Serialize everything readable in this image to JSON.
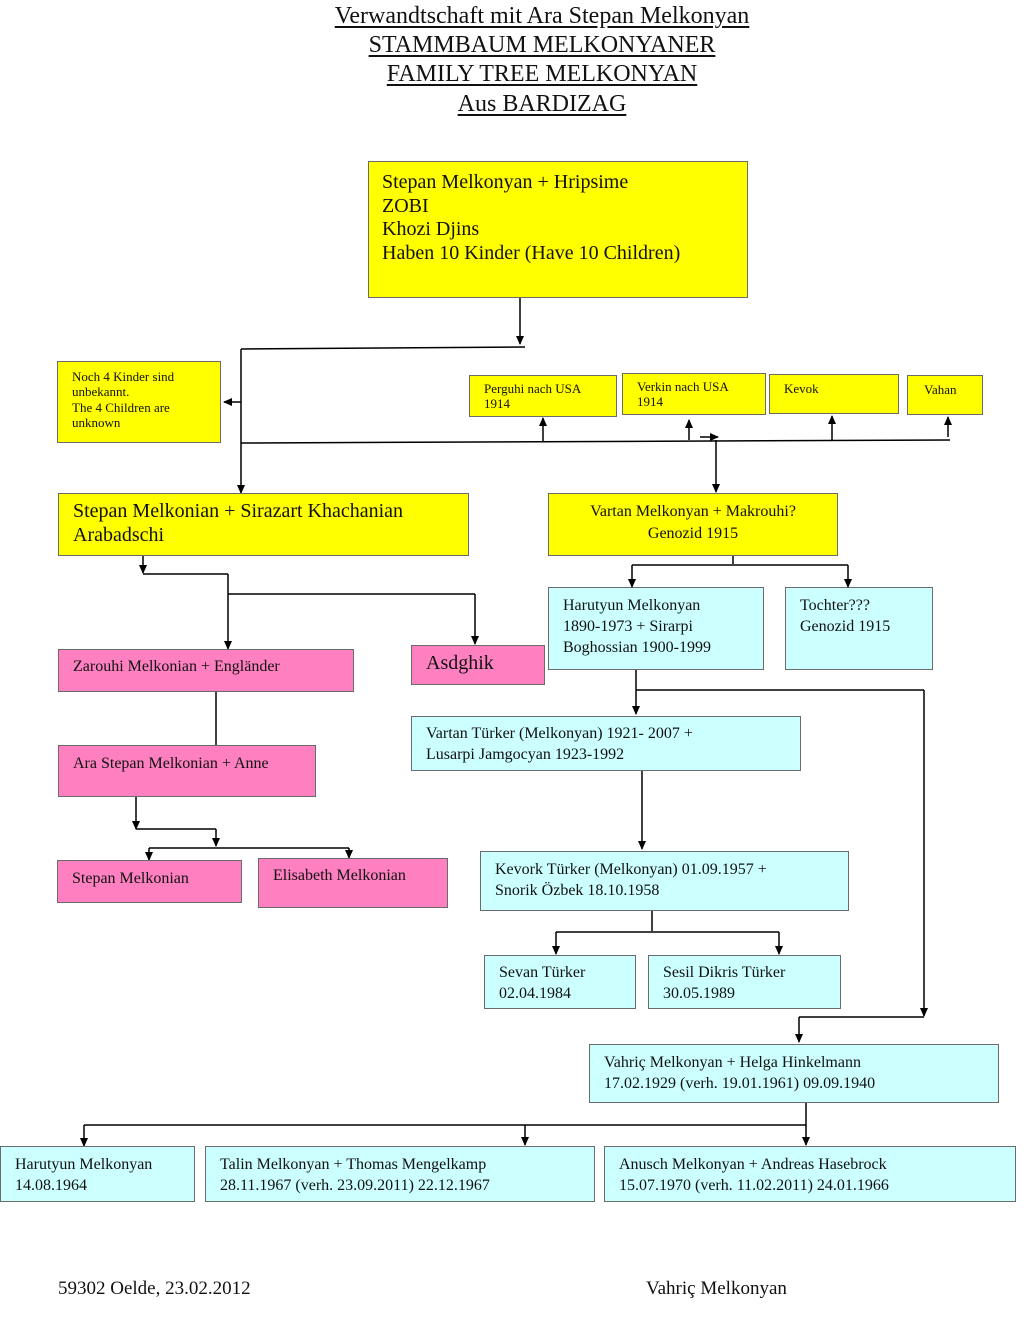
{
  "titles": [
    "Verwandtschaft mit Ara Stepan Melkonyan",
    "STAMMBAUM MELKONYANER",
    "FAMILY TREE MELKONYAN",
    "Aus BARDIZAG"
  ],
  "nodes": {
    "root": "Stepan Melkonyan + Hripsime\n            ZOBI\n        Khozi Djins\nHaben 10 Kinder (Have 10 Children)",
    "unknown": "Noch 4 Kinder sind\nunbekannt.\nThe 4 Children are\nunknown",
    "perguhi": "Perguhi nach USA\n1914",
    "verkin": "Verkin nach USA\n1914",
    "kevok": "Kevok",
    "vahan": "Vahan",
    "stepan_sirazart": "Stepan Melkonian + Sirazart Khachanian\n   Arabadschi",
    "vartan_makrouhi": "Vartan Melkonyan + Makrouhi?\nGenozid 1915",
    "zarouhi": "Zarouhi Melkonian + Engländer",
    "asdghik": "Asdghik",
    "harutyun_sirarpi": "Harutyun Melkonyan\n1890-1973 + Sirarpi\nBoghossian 1900-1999",
    "tochter": "Tochter???\nGenozid 1915",
    "ara_anne": "Ara Stepan Melkonian + Anne",
    "vartan_turker": "Vartan Türker (Melkonyan) 1921- 2007 +\nLusarpi Jamgocyan 1923-1992",
    "stepan_m": "Stepan Melkonian",
    "elisabeth": "Elisabeth Melkonian",
    "kevork": "Kevork Türker (Melkonyan) 01.09.1957 +\nSnorik  Özbek 18.10.1958",
    "sevan": "Sevan Türker\n02.04.1984",
    "sesil": "Sesil Dikris Türker\n30.05.1989",
    "vahric_helga": "Vahriç Melkonyan + Helga Hinkelmann\n17.02.1929      (verh. 19.01.1961)   09.09.1940",
    "harutyun_1964": "Harutyun Melkonyan\n14.08.1964",
    "talin": "Talin Melkonyan + Thomas Mengelkamp\n28.11.1967    (verh. 23.09.2011)  22.12.1967",
    "anusch": "Anusch Melkonyan + Andreas  Hasebrock\n15.07.1970     (verh. 11.02.2011) 24.01.1966"
  },
  "footer": {
    "place_date": "59302 Oelde, 23.02.2012",
    "author": "Vahriç Melkonyan"
  },
  "colors": {
    "yellow": "#ffff00",
    "pink": "#ff80c0",
    "cyan": "#ccffff"
  }
}
